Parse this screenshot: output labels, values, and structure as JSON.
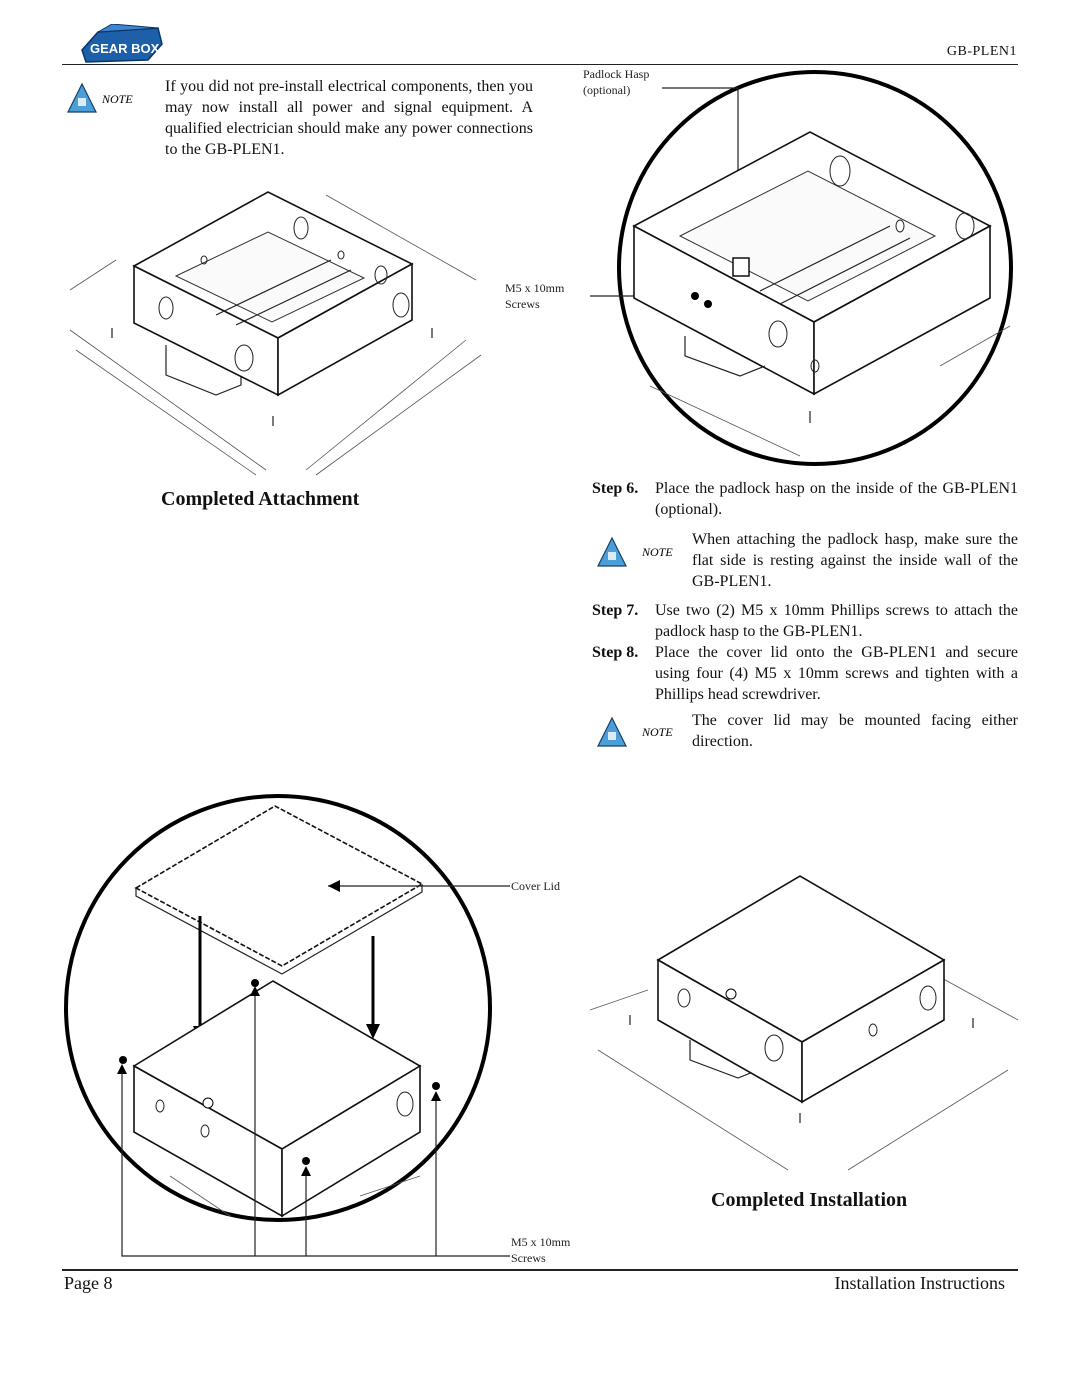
{
  "header": {
    "brand": "GEAR BOX",
    "model": "GB-PLEN1"
  },
  "note_label": "NOTE",
  "intro_note": "If you did not pre-install electrical components, then you may now install all power and signal equipment. A qualified electrician should make any power connections to the GB-PLEN1.",
  "figures": {
    "attachment_caption": "Completed Attachment",
    "hasp_label_line1": "Padlock Hasp",
    "hasp_label_line2": "(optional)",
    "screws_label_line1": "M5 x 10mm",
    "screws_label_line2": "Screws",
    "cover_label": "Cover Lid",
    "bottom_screws_line1": "M5 x 10mm",
    "bottom_screws_line2": "Screws",
    "installation_caption": "Completed Installation"
  },
  "steps": [
    {
      "label": "Step 6.",
      "text": "Place the padlock hasp on the inside of the GB-PLEN1 (optional)."
    },
    {
      "label": "Step 7.",
      "text": "Use two (2) M5 x 10mm Phillips screws to attach the padlock hasp to the GB-PLEN1."
    },
    {
      "label": "Step 8.",
      "text": "Place the cover lid onto the GB-PLEN1 and secure using four (4) M5 x 10mm screws and tighten with a Phillips head screwdriver."
    }
  ],
  "notes": {
    "hasp_note": "When attaching the padlock hasp, make sure the flat side is resting against the inside wall of the GB-PLEN1.",
    "cover_note": "The cover lid may be mounted facing either direction."
  },
  "footer": {
    "page": "Page 8",
    "title": "Installation Instructions"
  },
  "colors": {
    "note_triangle": "#4a9fd8",
    "ink": "#111111"
  }
}
